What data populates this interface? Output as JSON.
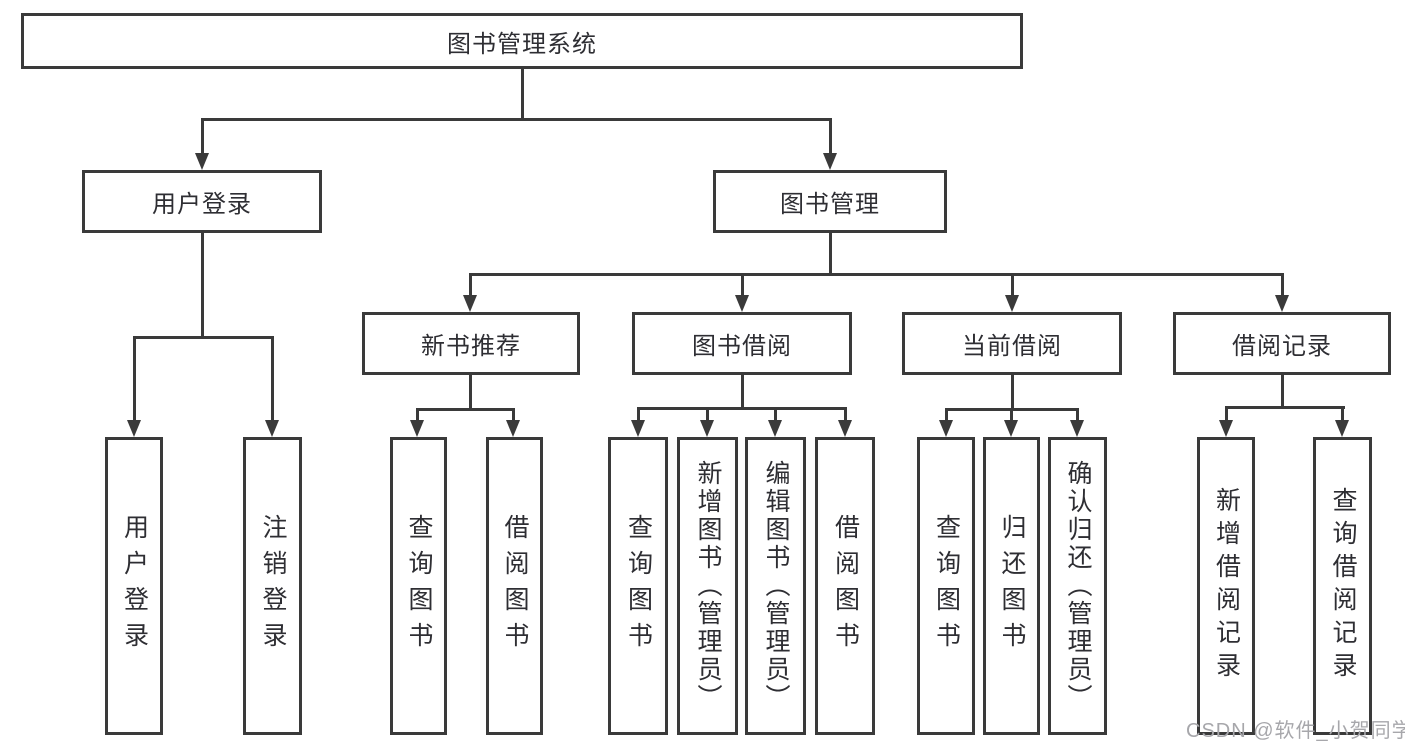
{
  "diagram_type": "hierarchy-tree",
  "tree": {
    "label": "图书管理系统",
    "children": [
      {
        "label": "用户登录",
        "children": [
          {
            "label": "用户登录"
          },
          {
            "label": "注销登录"
          }
        ]
      },
      {
        "label": "图书管理",
        "children": [
          {
            "label": "新书推荐",
            "children": [
              {
                "label": "查询图书"
              },
              {
                "label": "借阅图书"
              }
            ]
          },
          {
            "label": "图书借阅",
            "children": [
              {
                "label": "查询图书"
              },
              {
                "label": "新增图书（管理员）"
              },
              {
                "label": "编辑图书（管理员）"
              },
              {
                "label": "借阅图书"
              }
            ]
          },
          {
            "label": "当前借阅",
            "children": [
              {
                "label": "查询图书"
              },
              {
                "label": "归还图书"
              },
              {
                "label": "确认归还（管理员）"
              }
            ]
          },
          {
            "label": "借阅记录",
            "children": [
              {
                "label": "新增借阅记录"
              },
              {
                "label": "查询借阅记录"
              }
            ]
          }
        ]
      }
    ]
  },
  "watermark": {
    "text": "CSDN @软件_小贺同学"
  },
  "colors": {
    "line": "#3a3a3a",
    "text": "#2e2e33",
    "background": "#ffffff",
    "watermark": "#a7a7ab"
  }
}
